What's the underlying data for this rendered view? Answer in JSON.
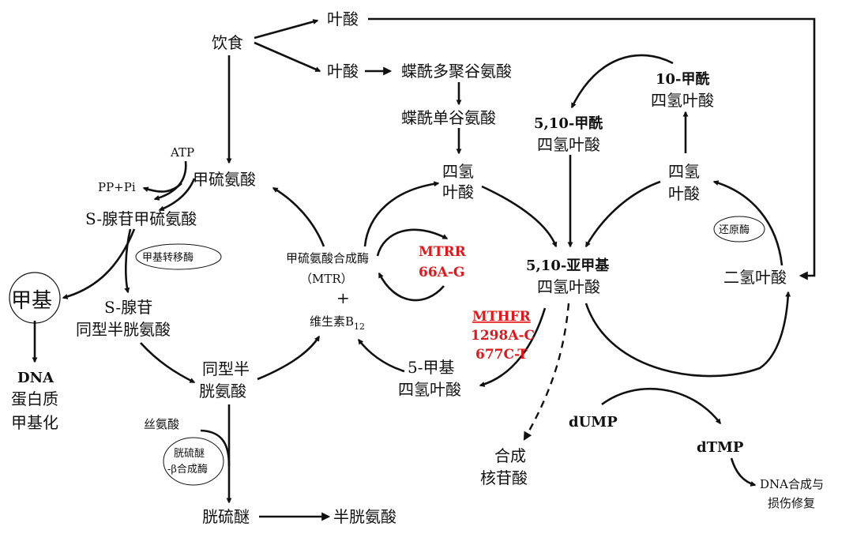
{
  "nodes": {
    "diet": "饮食",
    "folate_top": "叶酸",
    "folate_mid": "叶酸",
    "pteroyl_poly": "蝶酰多聚谷氨酸",
    "pteroyl_mono": "蝶酰单谷氨酸",
    "thf_left_1": "四氢",
    "thf_left_2": "叶酸",
    "formyl10_1": "10-甲酰",
    "formyl10_2": "四氢叶酸",
    "formyl510_1": "5,10-甲酰",
    "formyl510_2": "四氢叶酸",
    "thf_right_1": "四氢",
    "thf_right_2": "叶酸",
    "atp": "ATP",
    "pppi": "PP+Pi",
    "met": "甲硫氨酸",
    "sam": "S-腺苷甲硫氨酸",
    "methyl": "甲基",
    "dna_1": "DNA",
    "dna_2": "蛋白质",
    "dna_3": "甲基化",
    "sah_1": "S-腺苷",
    "sah_2": "同型半胱氨酸",
    "hcy_1": "同型半",
    "hcy_2": "胱氨酸",
    "serine": "丝氨酸",
    "cystathionine": "胱硫醚",
    "cysteine": "半胱氨酸",
    "mtr_1": "甲硫氨酸合成酶",
    "mtr_2": "（MTR）",
    "mtr_plus": "+",
    "b12": "维生素B",
    "b12_sub": "12",
    "methf_1": "5-甲基",
    "methf_2": "四氢叶酸",
    "mthf_1": "5,10-亚甲基",
    "mthf_2": "四氢叶酸",
    "dhf": "二氢叶酸",
    "nuc_1": "合成",
    "nuc_2": "核苷酸",
    "dump": "dUMP",
    "dtmp": "dTMP",
    "repair_1": "DNA合成与",
    "repair_2": "损伤修复"
  },
  "enzymes": {
    "methyltransferase": "甲基转移酶",
    "cbs_1": "胱硫醚",
    "cbs_2": "-β合成酶",
    "reductase": "还原酶"
  },
  "genes": {
    "mtrr_1": "MTRR",
    "mtrr_2": "66A-G",
    "mthfr_1": "MTHFR",
    "mthfr_2": "1298A-C",
    "mthfr_3": "677C-T"
  },
  "colors": {
    "ink": "#111111",
    "gene_red": "#e3171b"
  }
}
